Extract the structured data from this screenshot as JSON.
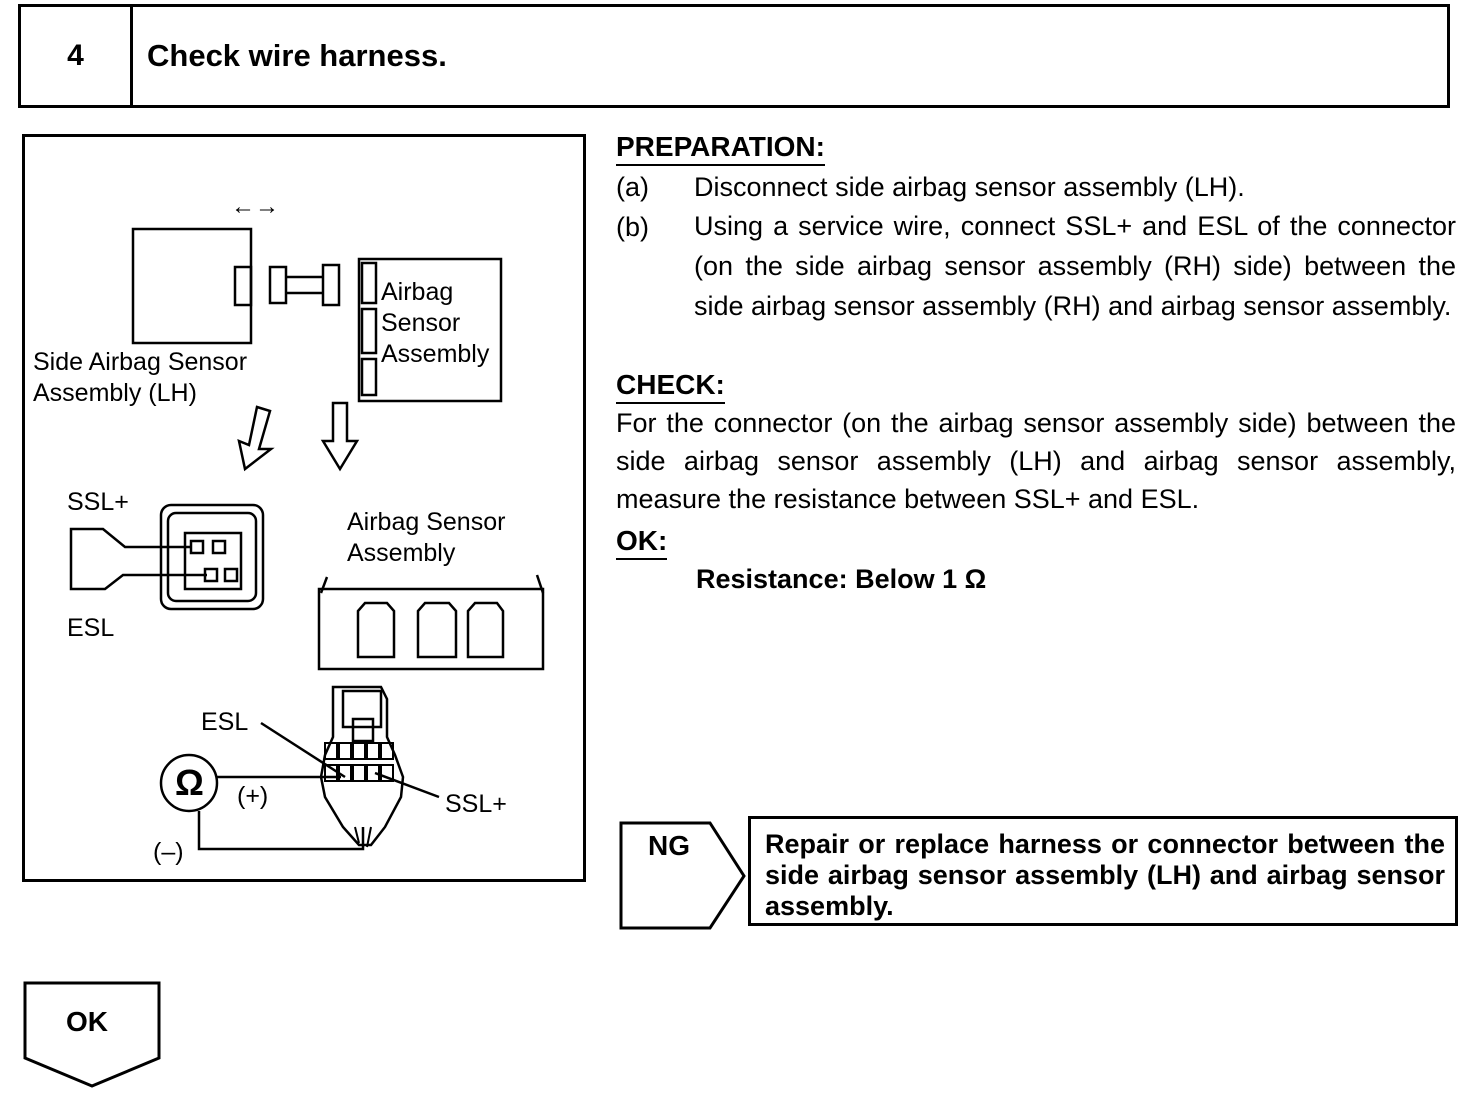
{
  "step": {
    "number": "4",
    "title": "Check wire harness."
  },
  "figure": {
    "label_side_airbag_sensor": "Side Airbag Sensor\nAssembly (LH)",
    "label_airbag_sensor_top": "Airbag\nSensor\nAssembly",
    "label_ssl_plus_connector": "SSL+",
    "label_esl_connector": "ESL",
    "label_airbag_sensor_mid": "Airbag Sensor\nAssembly",
    "label_esl_harness": "ESL",
    "label_ssl_plus_harness": "SSL+",
    "label_plus": "(+)",
    "label_minus": "(–)",
    "ohm_symbol": "Ω",
    "arrow_symbol": "←→"
  },
  "preparation": {
    "heading": "PREPARATION:",
    "steps": [
      {
        "label": "(a)",
        "text": "Disconnect side airbag sensor assembly (LH)."
      },
      {
        "label": "(b)",
        "text": "Using a service wire, connect SSL+ and ESL of the connector (on the side airbag sensor assembly (RH) side) between the side airbag sensor assembly (RH) and airbag sensor assembly."
      }
    ]
  },
  "check": {
    "heading": "CHECK:",
    "text": "For the connector (on the airbag sensor assembly side) between the side airbag sensor assembly (LH) and airbag sensor assembly, measure the resistance between SSL+ and ESL."
  },
  "ok_spec": {
    "heading": "OK:",
    "text": "Resistance: Below 1 Ω"
  },
  "ng": {
    "label": "NG",
    "text": "Repair or replace harness or connector between the side airbag sensor assembly (LH) and airbag sensor assembly."
  },
  "ok": {
    "label": "OK"
  }
}
